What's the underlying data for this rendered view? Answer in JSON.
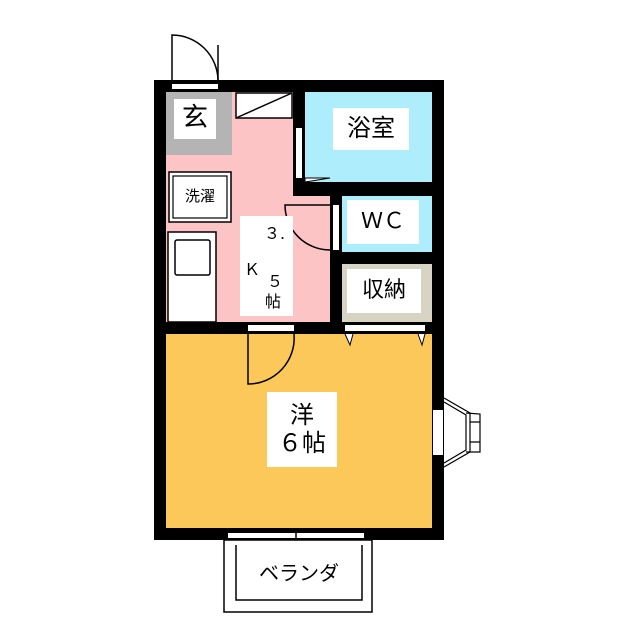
{
  "rooms": {
    "genkan": "玄",
    "bath": "浴室",
    "wc": "ＷＣ",
    "storage": "収納",
    "laundry": "洗濯",
    "kitchen": {
      "line1": "３.",
      "k": "Ｋ",
      "line2": "５",
      "line3": "帖"
    },
    "western": {
      "line1": "洋",
      "line2": "６帖"
    },
    "balcony": "ベランダ"
  },
  "colors": {
    "kitchen": "#fcc4c4",
    "bath": "#aeeefc",
    "western": "#fcc85a",
    "genkan": "#b4b4b4",
    "storage": "#d8d4c4"
  }
}
